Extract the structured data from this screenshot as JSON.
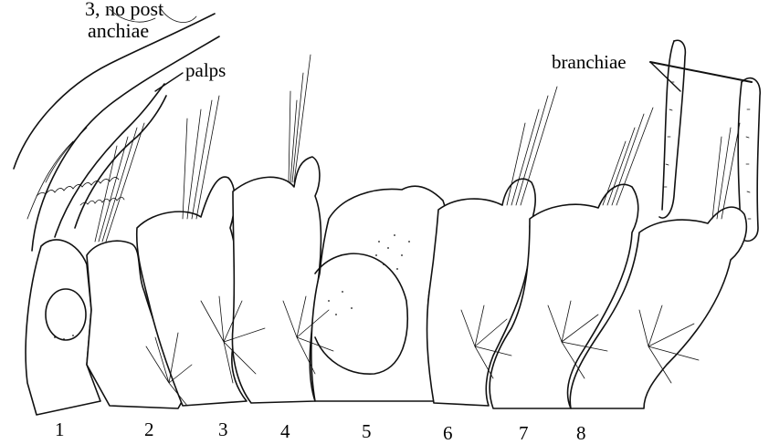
{
  "caption": {
    "line1": "3, no post",
    "line2": "anchiae"
  },
  "labels": {
    "palps": "palps",
    "branchiae": "branchiae"
  },
  "segments": [
    "1",
    "2",
    "3",
    "4",
    "5",
    "6",
    "7",
    "8"
  ],
  "colors": {
    "ink": "#111111",
    "paper": "#ffffff"
  }
}
